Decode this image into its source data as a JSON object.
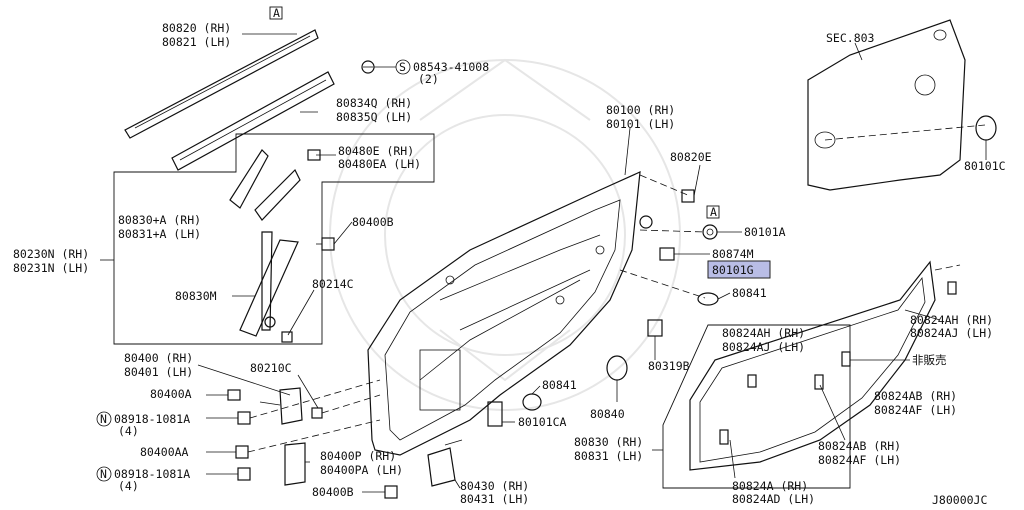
{
  "diagram": {
    "code": "J80000JC",
    "ref_marker": "A",
    "parts": {
      "p80820": "80820 (RH)",
      "p80821": "80821 (LH)",
      "screw_08543": "08543-41008",
      "screw_08543_qty": "(2)",
      "p80834q": "80834Q (RH)",
      "p80835q": "80835Q (LH)",
      "p80480e": "80480E (RH)",
      "p80480ea": "80480EA (LH)",
      "p80830a": "80830+A (RH)",
      "p80831a": "80831+A (LH)",
      "p80400b_top": "80400B",
      "p80230n": "80230N (RH)",
      "p80231n": "80231N (LH)",
      "p80214c": "80214C",
      "p80830m": "80830M",
      "p80100": "80100 (RH)",
      "p80101": "80101 (LH)",
      "p80820e": "80820E",
      "p80101a": "80101A",
      "p80874m": "80874M",
      "p80101g": "80101G",
      "p80841_right": "80841",
      "sec803": "SEC.803",
      "p80101c": "80101C",
      "p80824ah_r": "80824AH (RH)",
      "p80824aj_r": "80824AJ (LH)",
      "p80824ah_l": "80824AH (RH)",
      "p80824aj_l": "80824AJ (LH)",
      "not_for_sale": "非販売",
      "p80824ab_1": "80824AB (RH)",
      "p80824af_1": "80824AF (LH)",
      "p80824ab_2": "80824AB (RH)",
      "p80824af_2": "80824AF (LH)",
      "p80824a": "80824A (RH)",
      "p80824ad": "80824AD (LH)",
      "p80830_rh": "80830 (RH)",
      "p80831_lh": "80831 (LH)",
      "p80319b": "80319B",
      "p80840": "80840",
      "p80841_mid": "80841",
      "p80101ca": "80101CA",
      "p80400": "80400 (RH)",
      "p80401": "80401 (LH)",
      "p80210c": "80210C",
      "p80400a": "80400A",
      "bolt_08918_a": "08918-1081A",
      "bolt_08918_a_qty": "(4)",
      "p80400aa": "80400AA",
      "bolt_08918_b": "08918-1081A",
      "bolt_08918_b_qty": "(4)",
      "p80400p": "80400P (RH)",
      "p80400pa": "80400PA (LH)",
      "p80400b_bot": "80400B",
      "p80430": "80430 (RH)",
      "p80431": "80431 (LH)"
    }
  }
}
